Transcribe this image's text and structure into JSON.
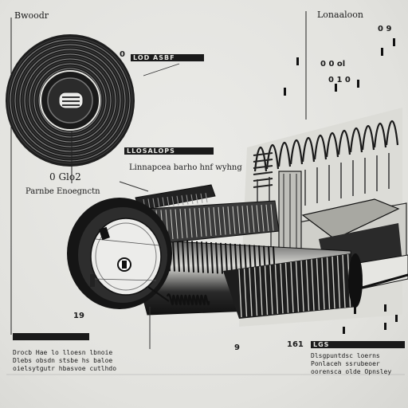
{
  "header": {
    "left_title": "Bwoodr",
    "right_title": "Lonaaloon"
  },
  "callouts": {
    "top_bar": "LOD ASBF",
    "mid_bar": "LLOSALOPS",
    "lower_bar": "LGS"
  },
  "labels": {
    "part_number": "0 Glo2",
    "part_name": "Parnbe Enoegnctn",
    "leader_text": "Linnapcea barho hnf wyhng",
    "ref_right_a": "0 0 ol",
    "ref_right_b": "0 1 0",
    "ref_right_c": "0 9",
    "ref_left_mark": "0",
    "ref_lower_mid": "161",
    "ref_bottom_left": "19",
    "ref_bottom_mid": "9"
  },
  "notes": {
    "left": [
      "Drocb Hae  lo lloesn lbnoie",
      "Dlebs obsdn  stsbe  hs  baloe",
      "oielsytgutr  hbasvoe  cutlhdo"
    ],
    "right": [
      "Dlsgpuntdsc loerns",
      "Ponlaceh  ssrubeoer",
      "oorensca  olde  Opnsley"
    ]
  }
}
